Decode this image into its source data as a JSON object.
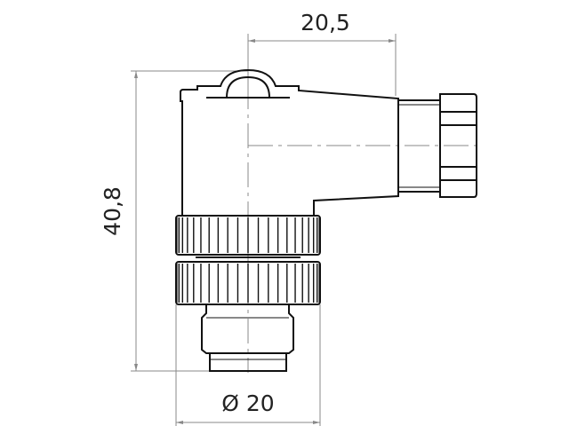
{
  "dimensions": {
    "width_top": "20,5",
    "height_left": "40,8",
    "diameter_bottom": "Ø 20"
  },
  "colors": {
    "outline": "#111111",
    "dimension": "#888888"
  }
}
